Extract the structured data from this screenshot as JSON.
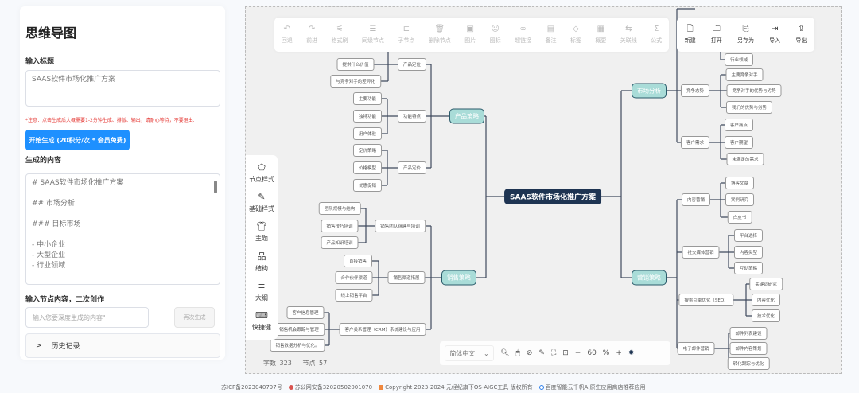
{
  "panel": {
    "title": "思维导图",
    "title_label": "输入标题",
    "title_value": "SAAS软件市场化推广方案",
    "note": "*注意：点击生成后大概需要1-2分钟生成、排版、输出，请耐心等待，不要退出.",
    "generate_button": "开始生成 (20积分/次 * 会员免费)",
    "content_label": "生成的内容",
    "content_lines": [
      "# SAAS软件市场化推广方案",
      "",
      "## 市场分析",
      "",
      "### 目标市场",
      "",
      "- 中小企业",
      "- 大型企业",
      "- 行业领域"
    ],
    "node_label": "输入节点内容，二次创作",
    "node_placeholder": "输入您要深度生成的内容\"",
    "regen_button": "再次生成",
    "history": "历史记录"
  },
  "toolbar": {
    "edit": [
      {
        "label": "回退",
        "icon": "undo-icon"
      },
      {
        "label": "前进",
        "icon": "redo-icon"
      },
      {
        "label": "格式刷",
        "icon": "format-brush-icon"
      },
      {
        "label": "同级节点",
        "icon": "sibling-node-icon"
      },
      {
        "label": "子节点",
        "icon": "child-node-icon"
      },
      {
        "label": "删除节点",
        "icon": "trash-icon"
      },
      {
        "label": "图片",
        "icon": "image-icon"
      },
      {
        "label": "图标",
        "icon": "emoji-icon"
      },
      {
        "label": "超链接",
        "icon": "link-icon"
      },
      {
        "label": "备注",
        "icon": "note-icon"
      },
      {
        "label": "标签",
        "icon": "tag-icon"
      },
      {
        "label": "概要",
        "icon": "summary-icon"
      },
      {
        "label": "关联线",
        "icon": "relation-line-icon"
      },
      {
        "label": "公式",
        "icon": "formula-icon"
      }
    ],
    "file": [
      {
        "label": "新建",
        "icon": "new-file-icon"
      },
      {
        "label": "打开",
        "icon": "folder-open-icon"
      },
      {
        "label": "另存为",
        "icon": "save-as-icon"
      },
      {
        "label": "导入",
        "icon": "import-icon"
      },
      {
        "label": "导出",
        "icon": "export-icon"
      }
    ]
  },
  "sidebar": [
    {
      "label": "节点样式",
      "icon": "node-style-icon"
    },
    {
      "label": "基础样式",
      "icon": "magic-wand-icon"
    },
    {
      "label": "主题",
      "icon": "shirt-icon"
    },
    {
      "label": "结构",
      "icon": "structure-icon"
    },
    {
      "label": "大纲",
      "icon": "outline-icon"
    },
    {
      "label": "快捷键",
      "icon": "keyboard-icon"
    }
  ],
  "stats": {
    "words_label": "字数",
    "words": "323",
    "nodes_label": "节点",
    "nodes": "57"
  },
  "bottom": {
    "language": "简体中文",
    "zoom": "60",
    "zoom_unit": "%"
  },
  "mindmap": {
    "root": "SAAS软件市场化推广方案",
    "branches": [
      {
        "label": "产品策略",
        "children": [
          {
            "label": "产品定位",
            "children": [
              "提供什么价值",
              "与竞争对手的差异化"
            ]
          },
          {
            "label": "功能特点",
            "children": [
              "主要功能",
              "独特功能",
              "用户体验"
            ]
          },
          {
            "label": "产品定价",
            "children": [
              "定价策略",
              "价格模型",
              "优惠促销"
            ]
          }
        ]
      },
      {
        "label": "销售策略",
        "children": [
          {
            "label": "销售团队组建与培训",
            "children": [
              "团队规模与结构",
              "销售技巧培训",
              "产品知识培训"
            ]
          },
          {
            "label": "销售渠道拓展",
            "children": [
              "直接销售",
              "合作伙伴渠道",
              "线上销售平台"
            ]
          },
          {
            "label": "客户关系管理（CRM）系统建设与应用",
            "children": [
              "客户信息管理",
              "销售机会跟踪与管理",
              "销售数据分析与优化。"
            ]
          }
        ]
      },
      {
        "label": "市场分析",
        "children": [
          {
            "children": [
              "行业领域"
            ]
          },
          {
            "label": "竞争态势",
            "children": [
              "主要竞争对手",
              "竞争对手的优势与劣势",
              "我们的优势与劣势"
            ]
          },
          {
            "label": "客户需求",
            "children": [
              "客户痛点",
              "客户期望",
              "未满足的需求"
            ]
          }
        ]
      },
      {
        "label": "营销策略",
        "children": [
          {
            "label": "内容营销",
            "children": [
              "博客文章",
              "案例研究",
              "白皮书"
            ]
          },
          {
            "label": "社交媒体营销",
            "children": [
              "平台选择",
              "内容类型",
              "互动策略"
            ]
          },
          {
            "label": "搜索引擎优化（SEO）",
            "children": [
              "关键词研究",
              "内容优化",
              "技术优化"
            ]
          },
          {
            "label": "电子邮件营销",
            "children": [
              "邮件列表建设",
              "邮件内容策划",
              "转化跟踪与优化"
            ]
          }
        ]
      }
    ]
  },
  "colors": {
    "accent": "#1e90ff",
    "root": "#1e3452",
    "main_node": "#a9dcd8",
    "warning": "#e53935"
  },
  "footer": [
    "苏ICP备2023040797号",
    "苏公网安备32020502001070",
    "Copyright 2023-2024 元经纪旗下OS-AIGC工具 版权所有",
    "百度智能云千帆AI原生应用商店推荐应用"
  ]
}
